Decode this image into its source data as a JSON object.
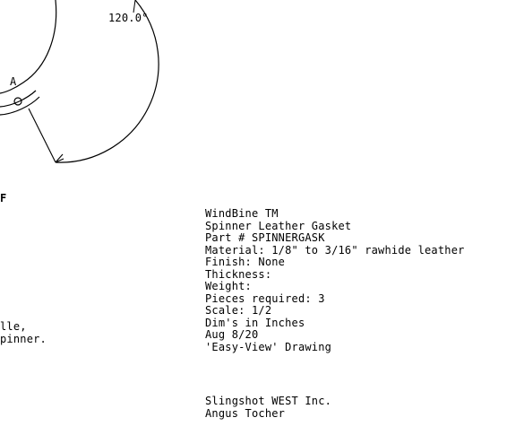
{
  "drawing": {
    "angle_label": "120.0°",
    "point_label": "A",
    "partial_label_f": "F",
    "partial_note_line1": "lle,",
    "partial_note_line2": "pinner."
  },
  "title_block": {
    "brand": "WindBine TM",
    "part_name": "Spinner Leather Gasket",
    "part_number": "Part # SPINNERGASK",
    "material": "Material: 1/8\" to 3/16\" rawhide leather",
    "finish": "Finish: None",
    "thickness": "Thickness:",
    "weight": "Weight:",
    "pieces": "Pieces required: 3",
    "scale": "Scale: 1/2",
    "units": "Dim's in Inches",
    "date": "Aug 8/20",
    "drawing_type": "'Easy-View' Drawing"
  },
  "company_block": {
    "company": "Slingshot WEST Inc.",
    "author": "Angus Tocher"
  }
}
